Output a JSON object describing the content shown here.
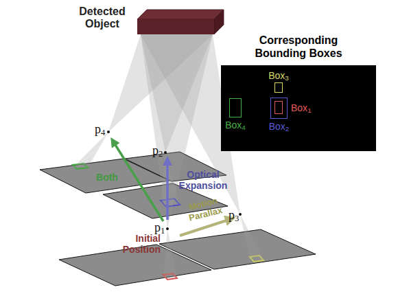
{
  "diagram": {
    "nodes": [
      {
        "text": [
          "Detected Object"
        ]
      },
      {
        "text": [
          "Corresponding Bounding Boxes"
        ]
      },
      {
        "text": [
          "Box3"
        ],
        "in": 1
      },
      {
        "text": [
          "Box4"
        ],
        "in": 1
      },
      {
        "text": [
          "Box2"
        ],
        "in": 1
      },
      {
        "text": [
          "Box1"
        ],
        "in": 4
      }
    ],
    "labels": [
      "Initial Position",
      "Motion Parallax",
      "Optical Expansion",
      "Both",
      "p1",
      "p2",
      "p3",
      "p4"
    ]
  }
}
